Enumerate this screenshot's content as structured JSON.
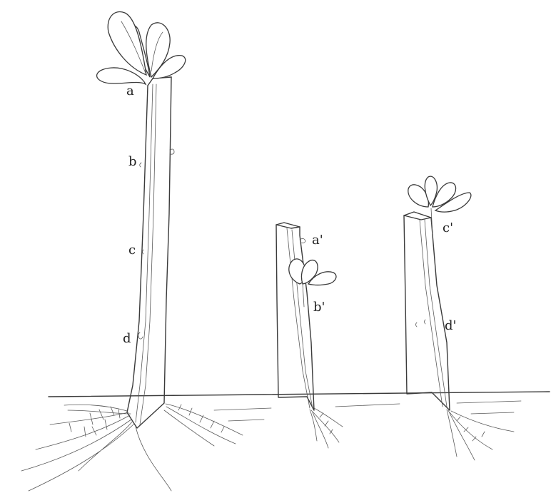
{
  "figure": {
    "labels": {
      "a": "a",
      "b": "b",
      "c": "c",
      "d": "d",
      "a_prime": "a'",
      "b_prime": "b'",
      "c_prime": "c'",
      "d_prime": "d'"
    }
  }
}
